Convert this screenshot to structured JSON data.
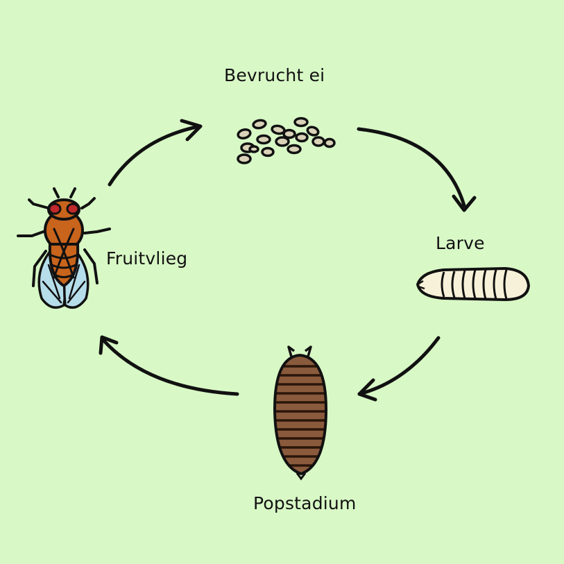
{
  "diagram": {
    "type": "life-cycle",
    "background_color": "#d8f8c6",
    "stages": [
      {
        "id": "egg",
        "label": "Bevrucht ei",
        "icon": "eggs-icon"
      },
      {
        "id": "larva",
        "label": "Larve",
        "icon": "larva-icon"
      },
      {
        "id": "pupa",
        "label": "Popstadium",
        "icon": "pupa-icon"
      },
      {
        "id": "adult",
        "label": "Fruitvlieg",
        "icon": "fruit-fly-icon"
      }
    ],
    "flow": [
      {
        "from": "egg",
        "to": "larva"
      },
      {
        "from": "larva",
        "to": "pupa"
      },
      {
        "from": "pupa",
        "to": "adult"
      },
      {
        "from": "adult",
        "to": "egg"
      }
    ],
    "colors": {
      "stroke": "#111111",
      "egg_fill": "#d9d2b8",
      "larva_fill": "#f6f1d8",
      "pupa_fill": "#8a5a3c",
      "fly_body": "#c8641c",
      "fly_eye": "#c0282c",
      "fly_wing": "#b6ddea"
    }
  }
}
